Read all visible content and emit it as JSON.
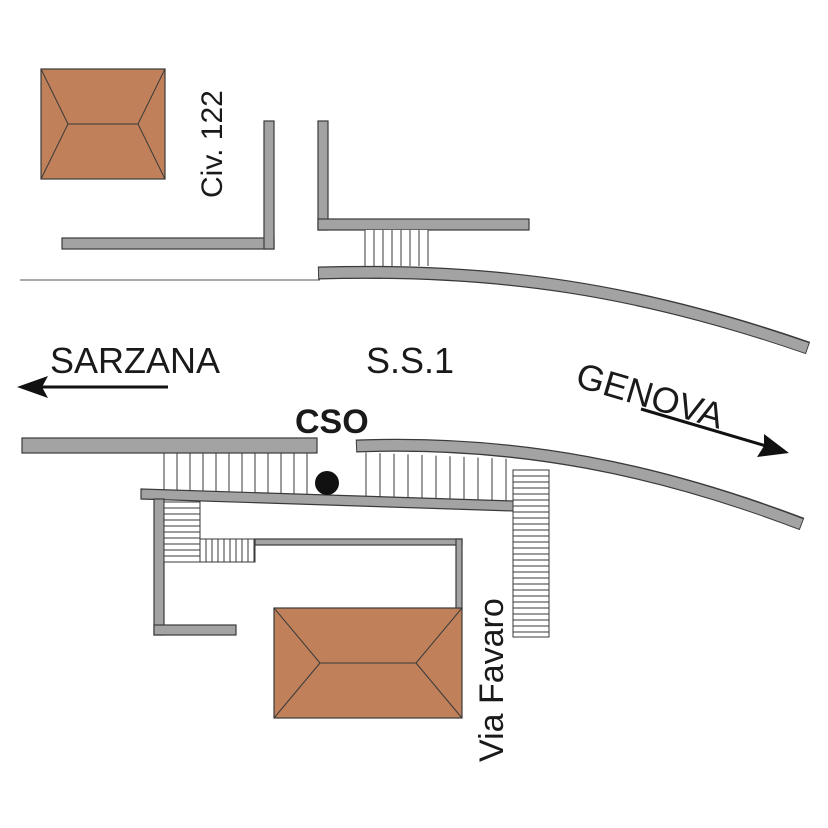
{
  "labels": {
    "civic_number": "Civ. 122",
    "west_destination": "SARZANA",
    "road_name": "S.S.1",
    "east_destination": "GENOVA",
    "marker_label": "CSO",
    "side_street": "Via Favaro"
  },
  "colors": {
    "road": "#a3a3a3",
    "outline": "#3a3a3a",
    "roof": "#c0805a",
    "marker": "#111111"
  },
  "icons": {
    "direction_arrow": "arrow-icon",
    "location_marker": "location-dot-icon"
  }
}
